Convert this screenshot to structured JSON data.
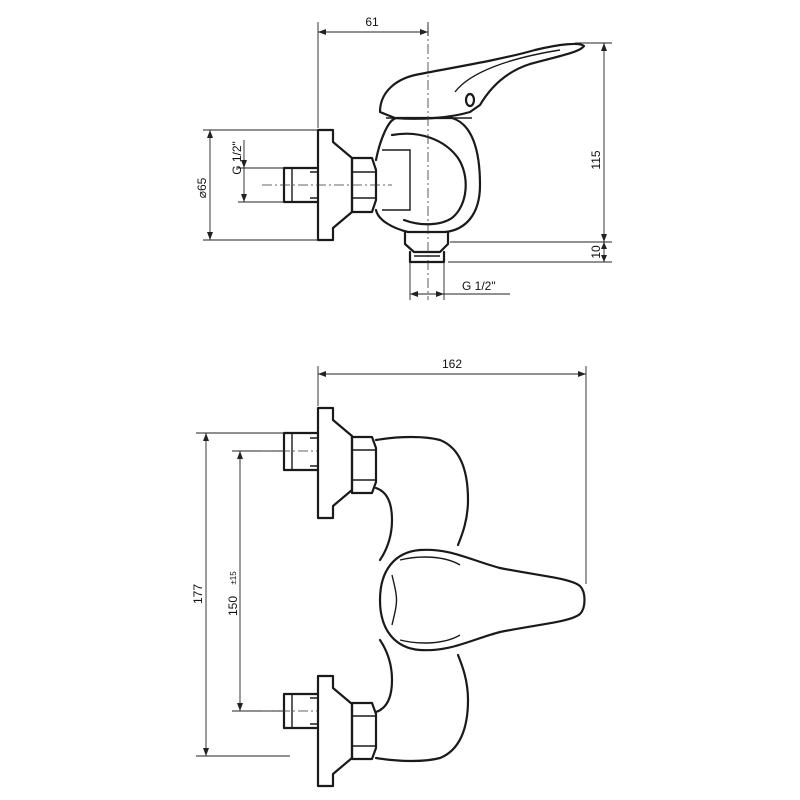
{
  "side_view": {
    "dim_top_width": "61",
    "dim_height": "115",
    "dim_outlet_offset": "10",
    "dim_rosette_diameter": "⌀65",
    "inlet_thread": "G 1/2\"",
    "outlet_thread": "G 1/2\""
  },
  "front_view": {
    "dim_total_width": "162",
    "dim_total_height": "177",
    "dim_center_distance": "150",
    "dim_center_tolerance": "±15"
  }
}
